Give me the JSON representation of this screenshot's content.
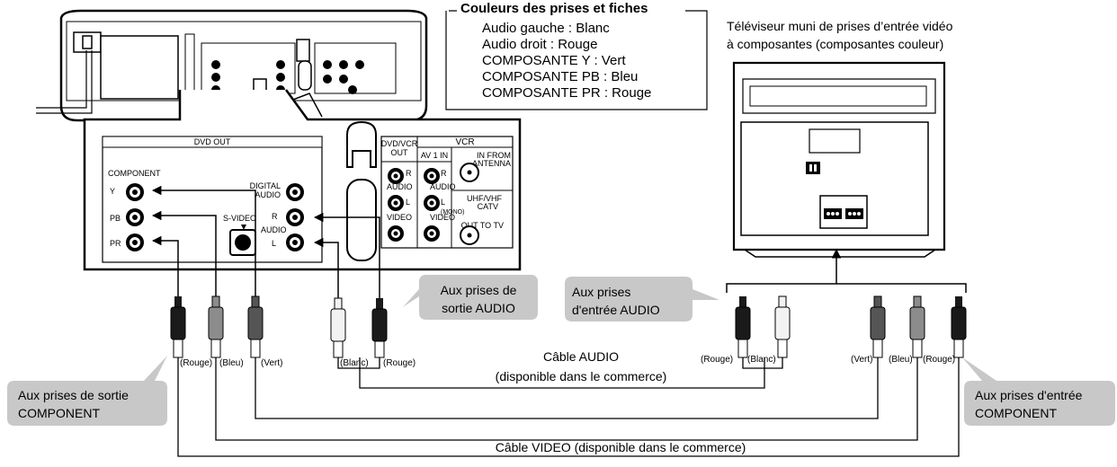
{
  "legend": {
    "title": "Couleurs des prises et fiches",
    "lines": [
      "Audio gauche : Blanc",
      "Audio droit : Rouge",
      "COMPOSANTE Y : Vert",
      "COMPOSANTE PB : Bleu",
      "COMPOSANTE PR : Rouge"
    ]
  },
  "tv": {
    "caption_line1": "Téléviseur muni de prises d’entrée vidéo",
    "caption_line2": "à composantes (composantes couleur)"
  },
  "panel": {
    "dvd_out": "DVD OUT",
    "component": "COMPONENT",
    "y": "Y",
    "pb": "PB",
    "pr": "PR",
    "digital_audio_1": "DIGITAL",
    "digital_audio_2": "AUDIO",
    "s_video": "S-VIDEO",
    "audio_r": "R",
    "audio": "AUDIO",
    "audio_l": "L",
    "dvdvcr_out_1": "DVD/VCR",
    "dvdvcr_out_2": "OUT",
    "vcr": "VCR",
    "av1_in": "AV 1 IN",
    "in_from_1": "IN FROM",
    "in_from_2": "ANTENNA",
    "uhf_1": "UHF/VHF",
    "uhf_2": "CATV",
    "out_to_tv": "OUT TO TV",
    "video": "VIDEO",
    "mono": "(MONO)"
  },
  "callouts": {
    "audio_out_1": "Aux prises de",
    "audio_out_2": "sortie AUDIO",
    "audio_in_1": "Aux prises",
    "audio_in_2": "d'entrée AUDIO",
    "component_out_1": "Aux prises de sortie",
    "component_out_2": "COMPONENT",
    "component_in_1": "Aux prises d'entrée",
    "component_in_2": "COMPONENT"
  },
  "plug_labels": {
    "left_rouge": "(Rouge)",
    "left_bleu": "(Bleu)",
    "left_vert": "(Vert)",
    "left_blanc": "(Blanc)",
    "left_rouge2": "(Rouge)",
    "right_rouge": "(Rouge)",
    "right_blanc": "(Blanc)",
    "right_vert": "(Vert)",
    "right_bleu": "(Bleu)",
    "right_rouge2": "(Rouge)"
  },
  "cables": {
    "audio_1": "Câble AUDIO",
    "audio_2": "(disponible dans le commerce)",
    "video": "Câble VIDEO (disponible dans le commerce)"
  },
  "colors": {
    "callout_fill": "#c8c8c8",
    "plug_dark": "#1a1a1a",
    "plug_grey": "#8c8c8c",
    "plug_white": "#f2f2f2"
  }
}
